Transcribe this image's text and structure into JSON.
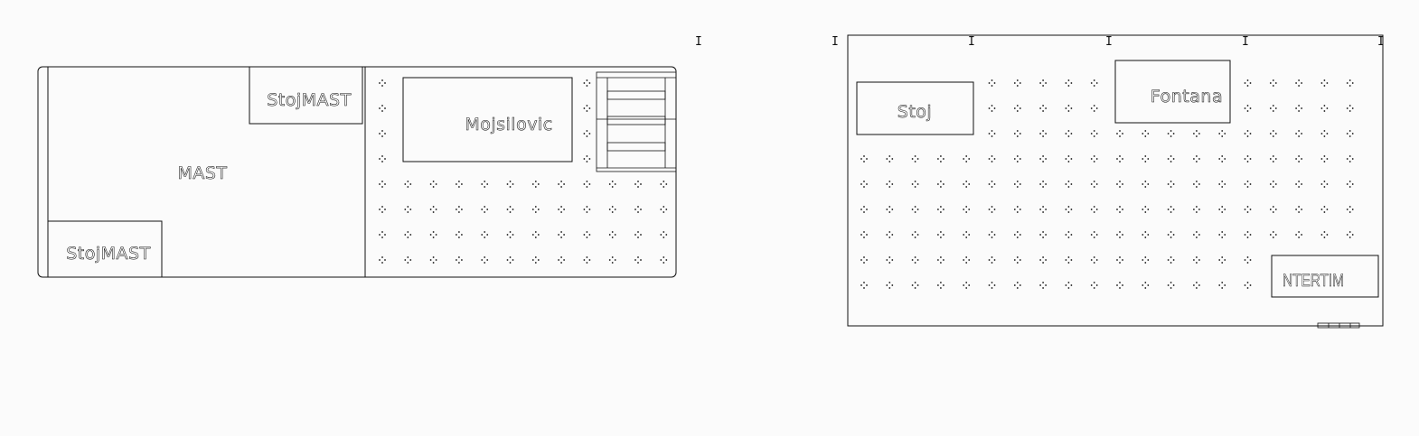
{
  "left_plan": {
    "labels": {
      "stoj_mast_top": "StojMAST",
      "mast": "MAST",
      "stoj_mast_bottom": "StojMAST",
      "mojsilovic": "Mojsilovic"
    }
  },
  "right_plan": {
    "labels": {
      "stoj": "Stoj",
      "fontana": "Fontana",
      "ntertim": "NTERTIM"
    },
    "markers": [
      "I",
      "I",
      "I",
      "I",
      "I",
      "I"
    ]
  },
  "colors": {
    "line": "#111111",
    "background": "#fbfbfb"
  }
}
